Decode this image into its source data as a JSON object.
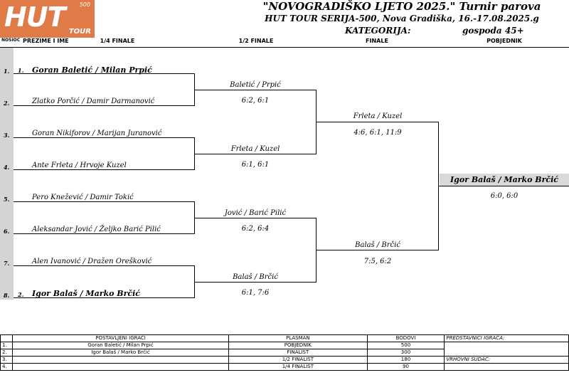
{
  "logo": {
    "number": "500",
    "brand": "HUT",
    "sub": "TOUR"
  },
  "header": {
    "title": "\"NOVOGRADIŠKO LJETO 2025.\" Turnir parova",
    "subtitle": "HUT TOUR SERIJA-500, Nova Gradiška, 16.-17.08.2025.g",
    "category_label": "KATEGORIJA:",
    "category_value": "gospoda 45+"
  },
  "columns": {
    "nosioc": "NOSIOC",
    "names": "PREZIME I IME",
    "r16": "1/4 FINALE",
    "semi": "1/2 FINALE",
    "final": "FINALE",
    "winner": "POBJEDNIK"
  },
  "draw": [
    {
      "num": "1.",
      "seed": "1.",
      "name": "Goran Baletić / Milan Prpić",
      "bold": true
    },
    {
      "num": "2.",
      "seed": "",
      "name": "Zlatko Porčić / Damir Darmanović"
    },
    {
      "num": "3.",
      "seed": "",
      "name": "Goran Nikiforov / Marijan Juranović"
    },
    {
      "num": "4.",
      "seed": "",
      "name": "Ante Frleta / Hrvoje Kuzel"
    },
    {
      "num": "5.",
      "seed": "",
      "name": "Pero Knežević / Damir Tokić"
    },
    {
      "num": "6.",
      "seed": "",
      "name": "Aleksandar Jović / Željko Barić Pilić"
    },
    {
      "num": "7.",
      "seed": "",
      "name": "Alen Ivanović / Dražen Orešković"
    },
    {
      "num": "8.",
      "seed": "2.",
      "name": "Igor Balaš / Marko Brčić",
      "bold": true
    }
  ],
  "semis": [
    {
      "name": "Baletić / Prpić",
      "score": "6:2, 6:1"
    },
    {
      "name": "Frleta / Kuzel",
      "score": "6:1, 6:1"
    },
    {
      "name": "Jović / Barić Pilić",
      "score": "6:2, 6:4"
    },
    {
      "name": "Balaš / Brčić",
      "score": "6:1, 7:6"
    }
  ],
  "finals": [
    {
      "name": "Frleta / Kuzel",
      "score": "4:6, 6:1, 11:9"
    },
    {
      "name": "Balaš / Brčić",
      "score": "7:5, 6:2"
    }
  ],
  "winner": {
    "name": "Igor Balaš / Marko Brčić",
    "score": "6:0, 6:0"
  },
  "summary": {
    "headers": {
      "players": "POSTAVLJENI IGRAČI",
      "place": "PLASMAN",
      "points": "BODOVI",
      "reps": "PREDSTAVNICI IGRAČA:",
      "referee": "VRHOVNI SUDAC:"
    },
    "rows": [
      {
        "num": "1.",
        "player": "Goran Baletić / Milan Prpić",
        "place": "POBJEDNIK",
        "points": "500"
      },
      {
        "num": "2.",
        "player": "Igor Balaš / Marko Brčić",
        "place": "FINALIST",
        "points": "300"
      },
      {
        "num": "3.",
        "player": "",
        "place": "1/2 FINALIST",
        "points": "180"
      },
      {
        "num": "4.",
        "player": "",
        "place": "1/4 FINALIST",
        "points": "90"
      }
    ]
  }
}
